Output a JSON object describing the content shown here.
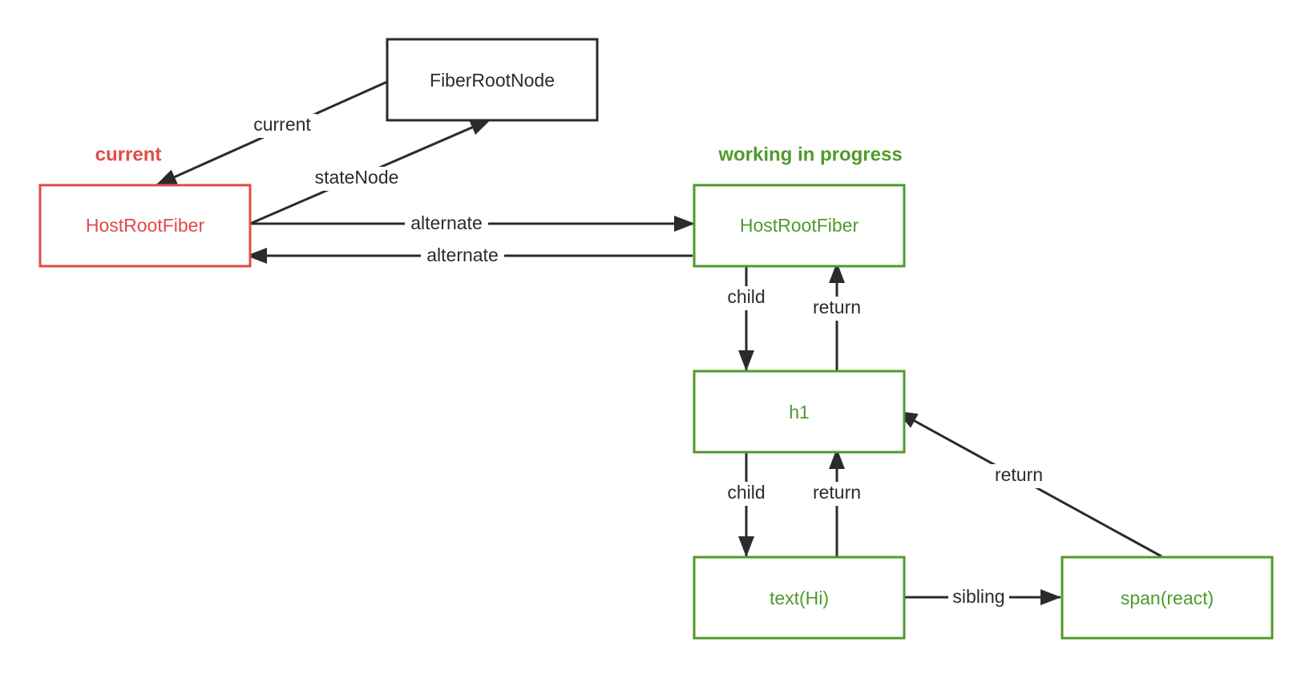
{
  "colors": {
    "current": "#e04a4a",
    "wip": "#4f9a2b",
    "neutral": "#2b2b2b"
  },
  "headings": {
    "current": "current",
    "wip": "working in progress"
  },
  "nodes": {
    "fiber_root": "FiberRootNode",
    "current_root": "HostRootFiber",
    "wip_root": "HostRootFiber",
    "h1": "h1",
    "text_hi": "text(Hi)",
    "span_react": "span(react)"
  },
  "edges": {
    "current": "current",
    "state_node": "stateNode",
    "alternate_to_wip": "alternate",
    "alternate_to_current": "alternate",
    "root_child": "child",
    "h1_return": "return",
    "h1_child": "child",
    "text_return": "return",
    "span_return": "return",
    "sibling": "sibling"
  }
}
